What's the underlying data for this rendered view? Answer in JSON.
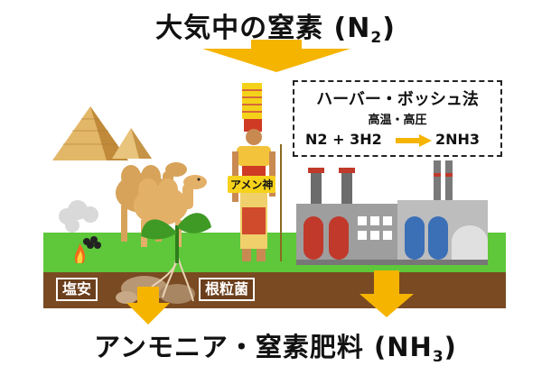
{
  "top_title": {
    "main": "大気中の窒素 (N",
    "sub": "2",
    "close": ")"
  },
  "process": {
    "name": "ハーバー・ボッシュ法",
    "conditions": "高温・高圧",
    "reactant_1": "N2",
    "plus": "+",
    "reactant_2": "3H2",
    "product": "2NH3"
  },
  "labels": {
    "amen": "アメン神",
    "salt": "塩安",
    "root_bacteria": "根粒菌"
  },
  "bottom_title": {
    "main": "アンモニア・窒素肥料 (NH",
    "sub": "3",
    "close": ")"
  },
  "colors": {
    "arrow": "#f5b400",
    "grass": "#5ec73a",
    "soil": "#7a4a22",
    "sky": "#ffffff"
  }
}
